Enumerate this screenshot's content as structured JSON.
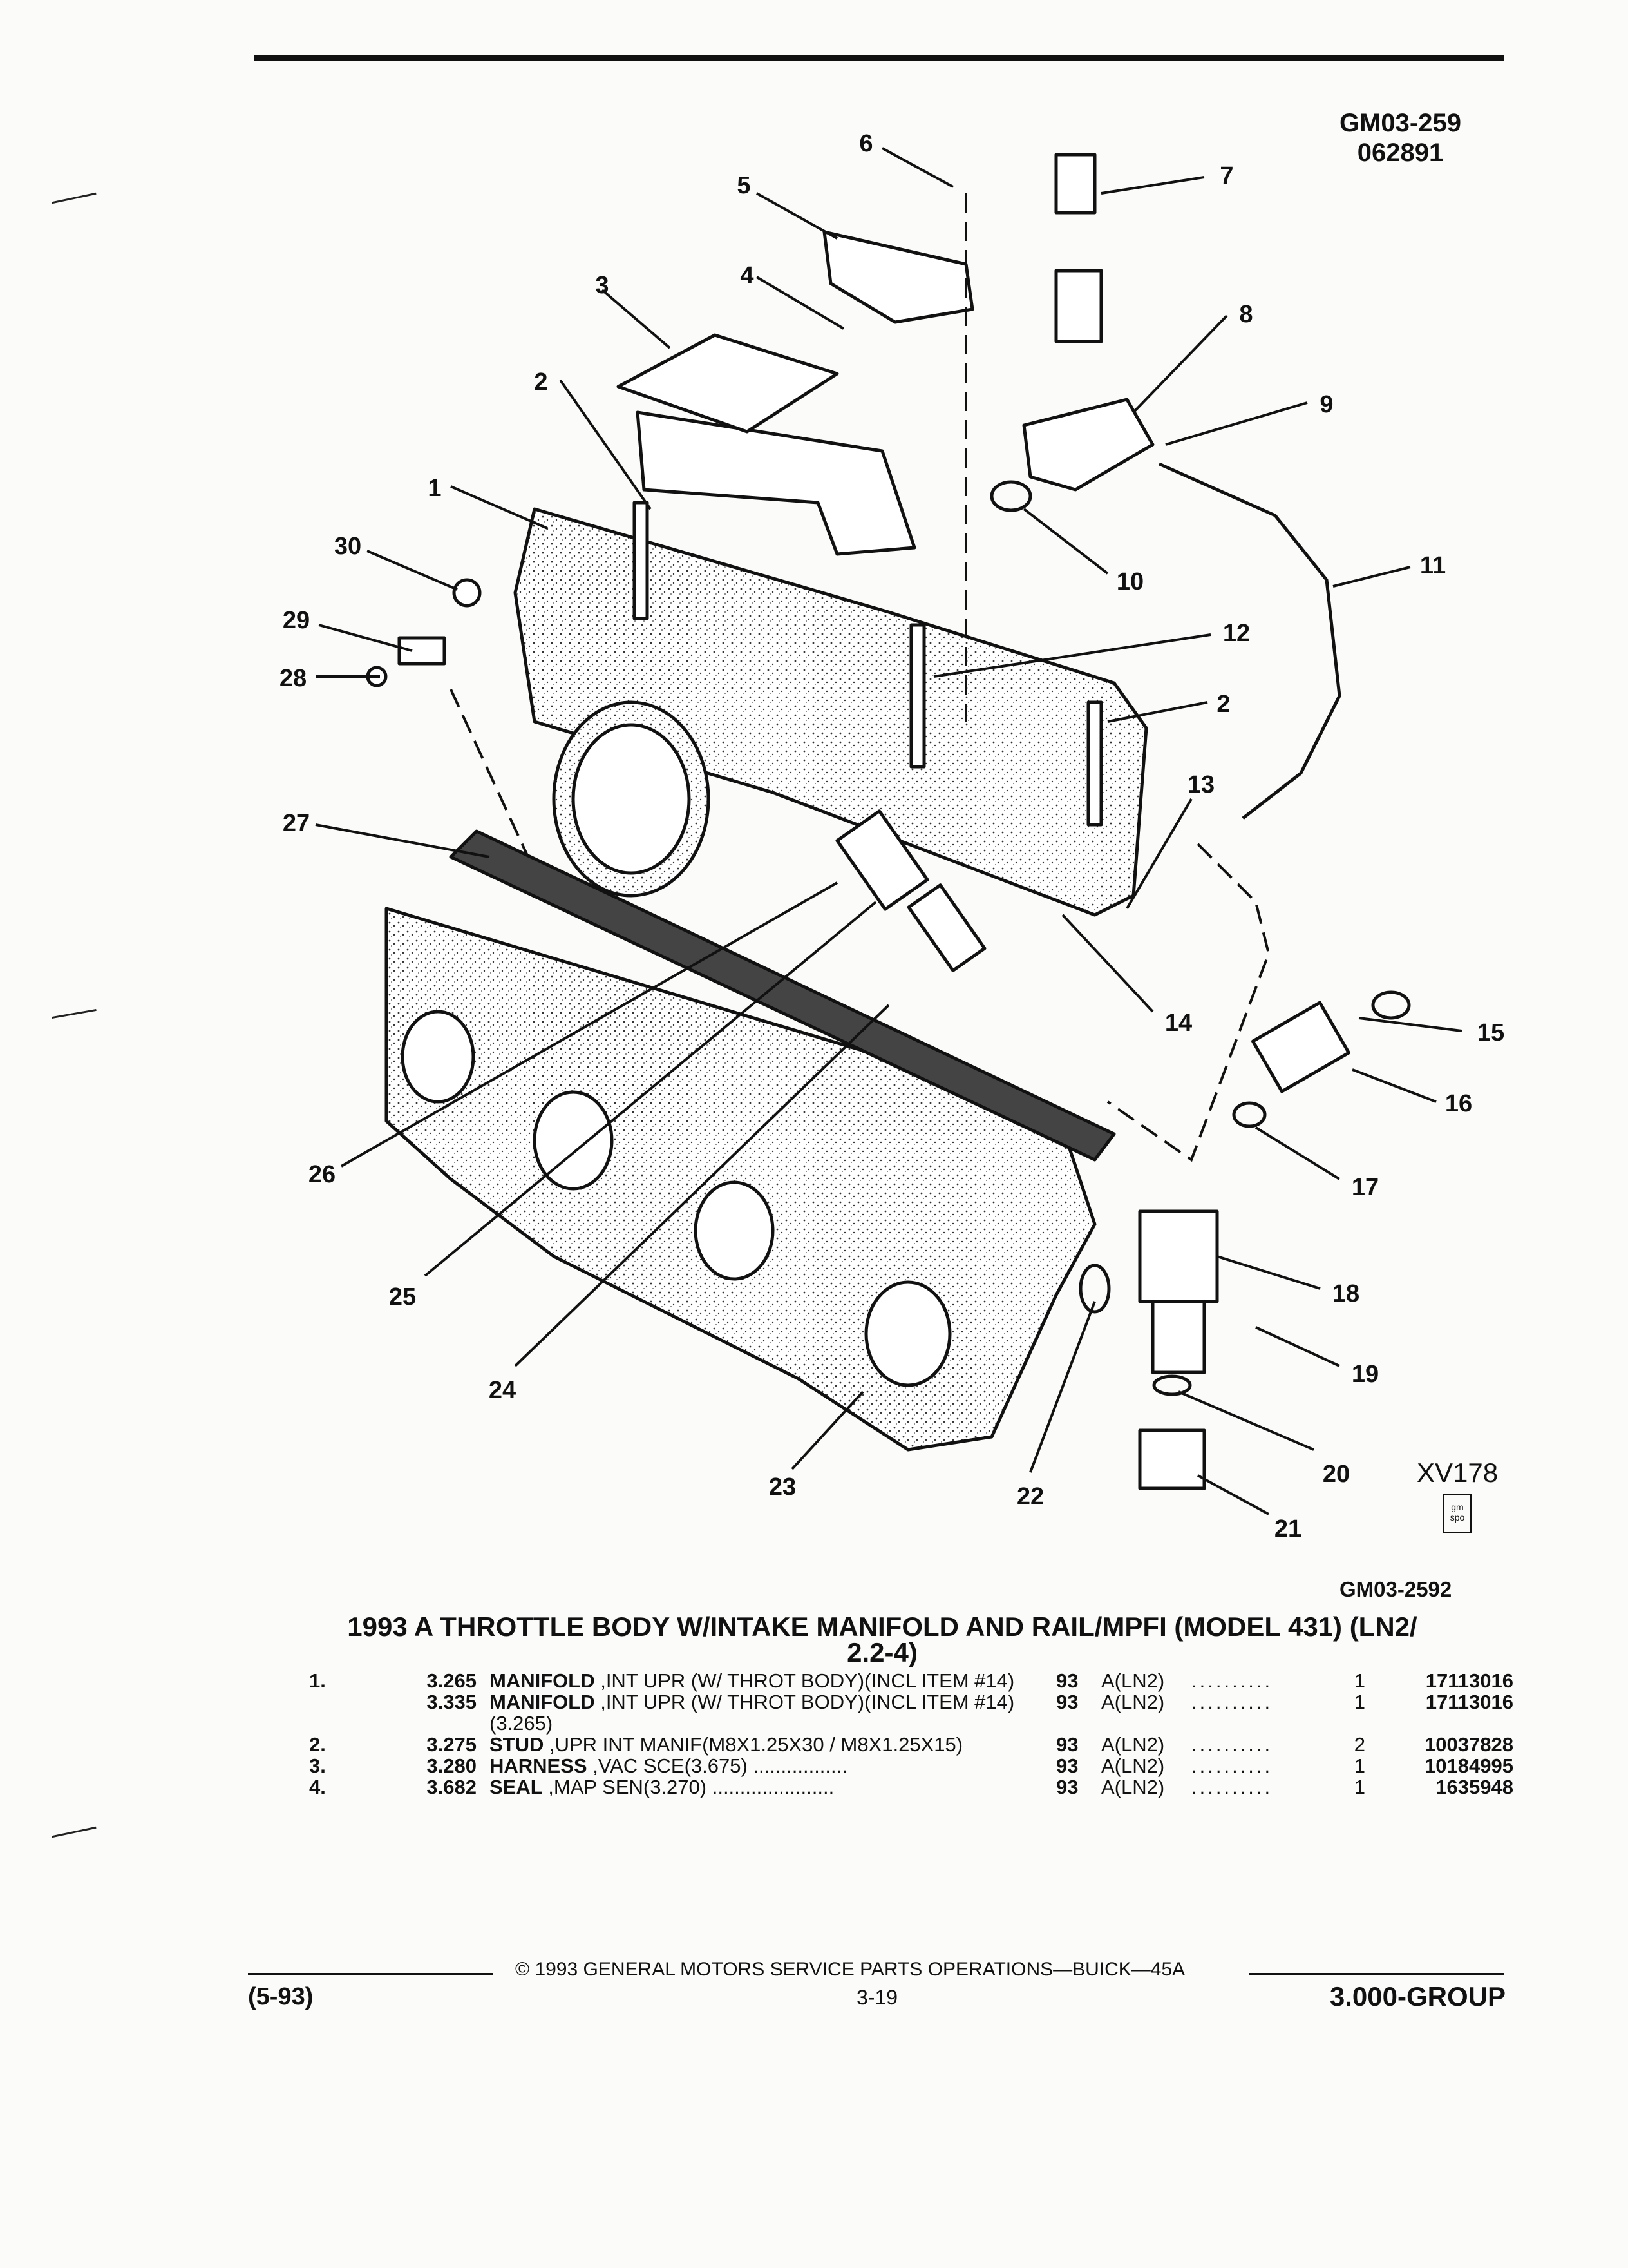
{
  "header": {
    "ref_line1": "GM03-259",
    "ref_line2": "062891"
  },
  "diagram": {
    "callouts": [
      "1",
      "2",
      "2",
      "3",
      "4",
      "5",
      "6",
      "7",
      "8",
      "9",
      "10",
      "11",
      "12",
      "13",
      "14",
      "15",
      "16",
      "17",
      "18",
      "19",
      "20",
      "21",
      "22",
      "23",
      "24",
      "25",
      "26",
      "27",
      "28",
      "29",
      "30"
    ],
    "figure_code": "XV178",
    "figure_number": "GM03-2592",
    "logo_text": "gm spo"
  },
  "title": {
    "line1": "1993 A THROTTLE BODY W/INTAKE MANIFOLD AND RAIL/MPFI (MODEL 431) (LN2/",
    "line2": "2.2-4)"
  },
  "parts": [
    {
      "item": "1.",
      "ref": "3.265",
      "name": "MANIFOLD",
      "desc": " ,INT UPR (W/ THROT BODY)(INCL ITEM #14)",
      "year": "93",
      "app": "A(LN2)",
      "qty": "1",
      "pn": "17113016"
    },
    {
      "item": "",
      "ref": "3.335",
      "name": "MANIFOLD",
      "desc": " ,INT UPR (W/ THROT BODY)(INCL ITEM #14)(3.265)",
      "year": "93",
      "app": "A(LN2)",
      "qty": "1",
      "pn": "17113016"
    },
    {
      "item": "2.",
      "ref": "3.275",
      "name": "STUD",
      "desc": " ,UPR INT MANIF(M8X1.25X30 / M8X1.25X15)",
      "year": "93",
      "app": "A(LN2)",
      "qty": "2",
      "pn": "10037828"
    },
    {
      "item": "3.",
      "ref": "3.280",
      "name": "HARNESS",
      "desc": " ,VAC SCE(3.675) .................",
      "year": "93",
      "app": "A(LN2)",
      "qty": "1",
      "pn": "10184995"
    },
    {
      "item": "4.",
      "ref": "3.682",
      "name": "SEAL",
      "desc": " ,MAP SEN(3.270) ......................",
      "year": "93",
      "app": "A(LN2)",
      "qty": "1",
      "pn": "1635948"
    }
  ],
  "dots": "..........",
  "footer": {
    "copyright": "© 1993 GENERAL MOTORS SERVICE PARTS OPERATIONS—BUICK—45A",
    "left": "(5-93)",
    "center": "3-19",
    "right": "3.000-GROUP"
  }
}
